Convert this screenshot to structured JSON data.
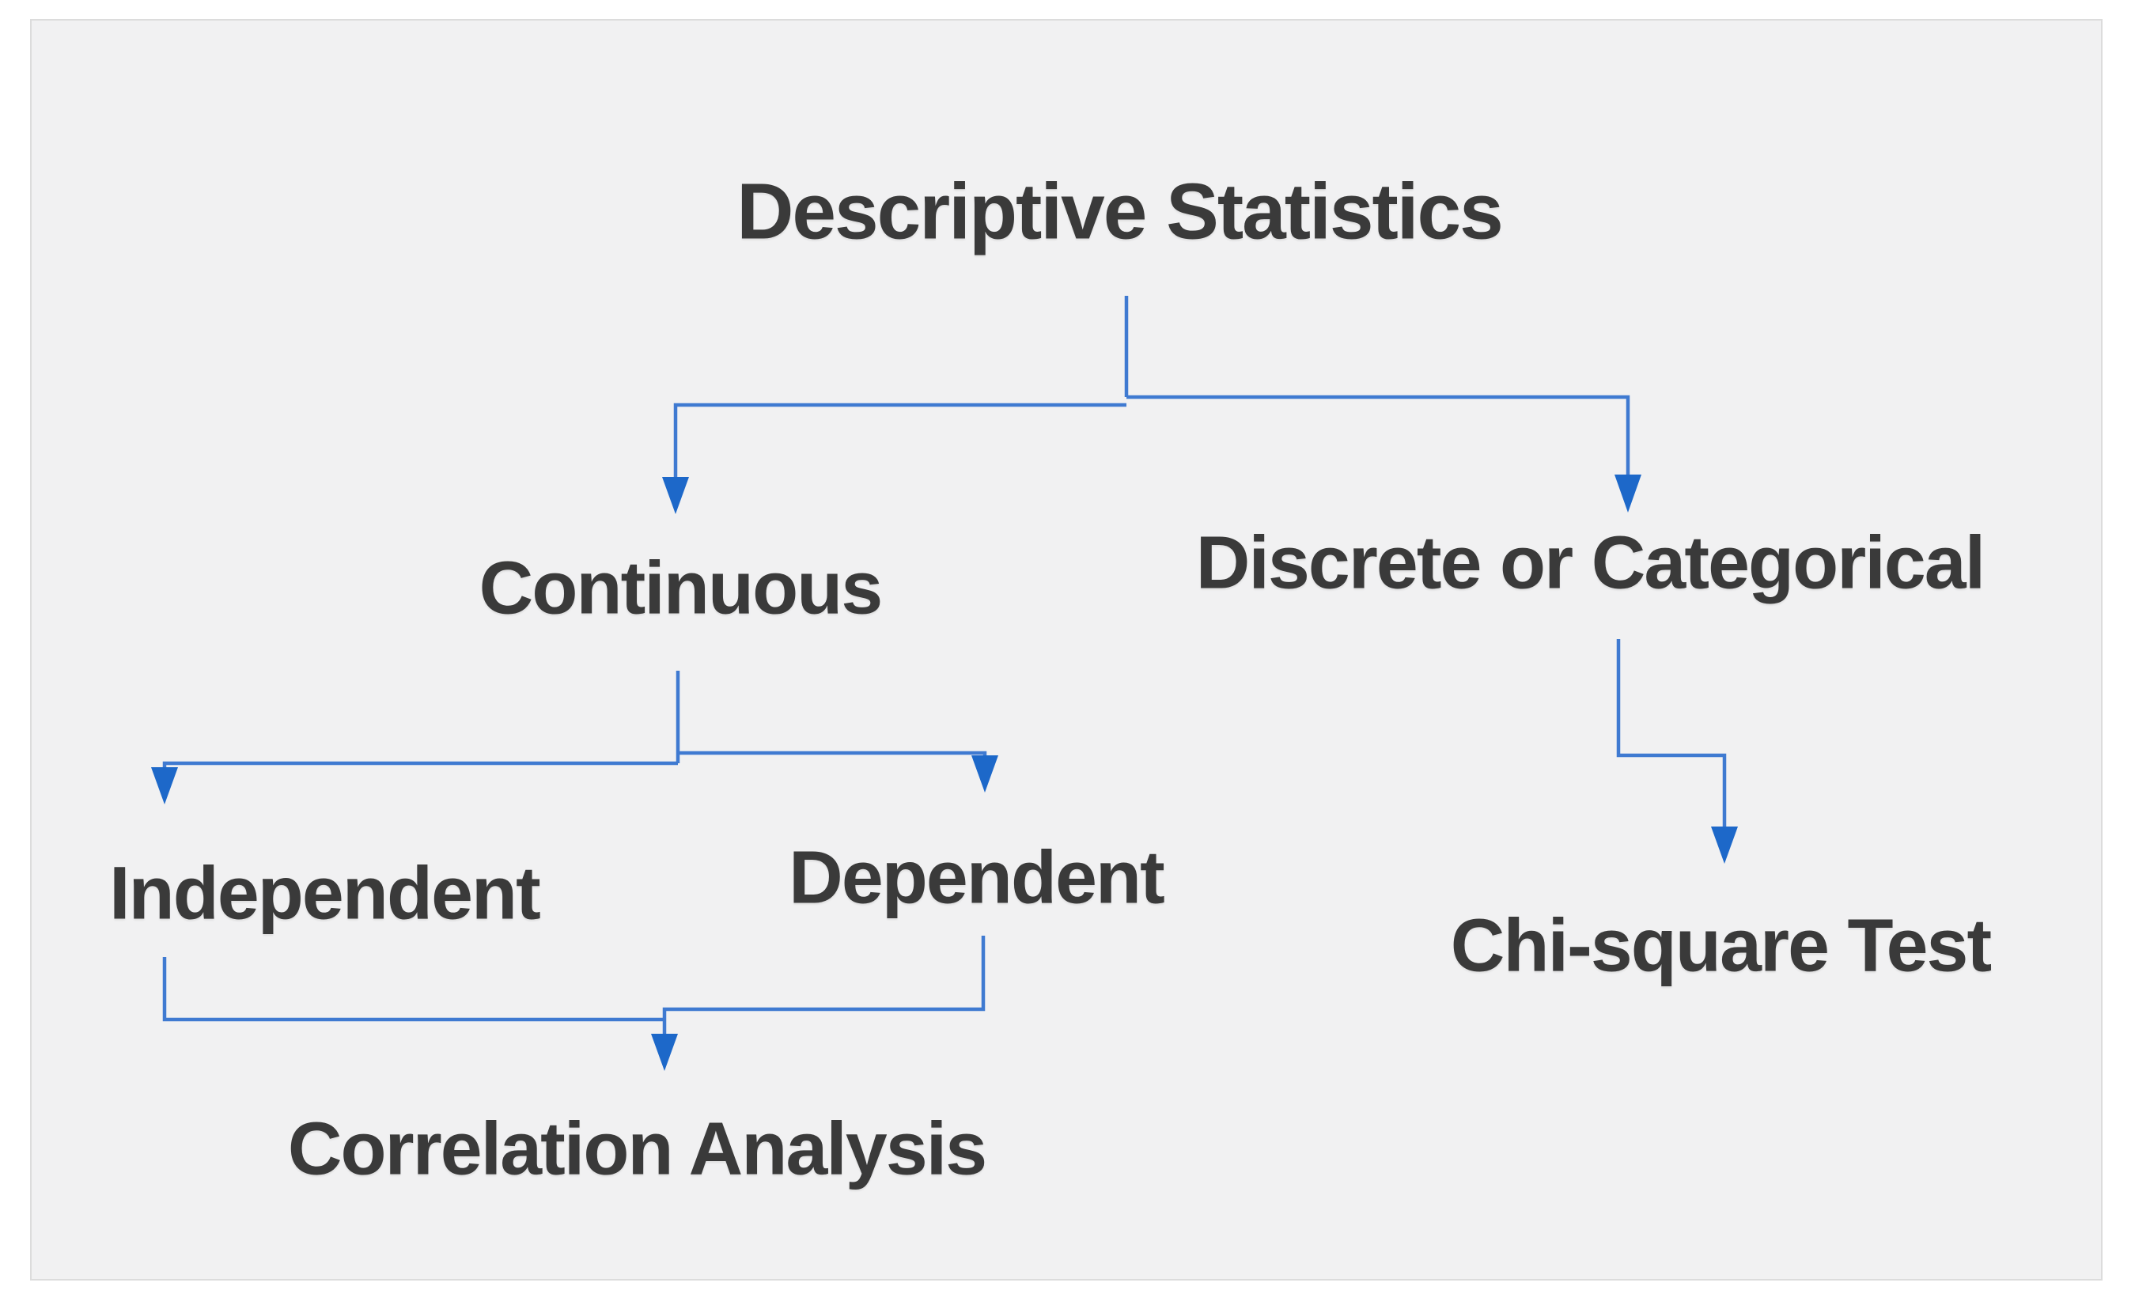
{
  "diagram": {
    "type": "flowchart",
    "colors": {
      "page_background": "#ffffff",
      "panel_background": "#f1f1f2",
      "panel_border": "#dcdcdc",
      "text": "#3a3a3a",
      "line": "#3f7ad1",
      "arrow": "#1d68c9"
    },
    "nodes": {
      "root": {
        "label": "Descriptive Statistics"
      },
      "continuous": {
        "label": "Continuous"
      },
      "discrete": {
        "label": "Discrete or Categorical"
      },
      "independent": {
        "label": "Independent"
      },
      "dependent": {
        "label": "Dependent"
      },
      "correlation": {
        "label": "Correlation Analysis"
      },
      "chisquare": {
        "label": "Chi-square Test"
      }
    },
    "edges": [
      {
        "from": "Descriptive Statistics",
        "to": "Continuous"
      },
      {
        "from": "Descriptive Statistics",
        "to": "Discrete or Categorical"
      },
      {
        "from": "Continuous",
        "to": "Independent"
      },
      {
        "from": "Continuous",
        "to": "Dependent"
      },
      {
        "from": "Independent",
        "to": "Correlation Analysis"
      },
      {
        "from": "Dependent",
        "to": "Correlation Analysis"
      },
      {
        "from": "Discrete or Categorical",
        "to": "Chi-square Test"
      }
    ]
  }
}
